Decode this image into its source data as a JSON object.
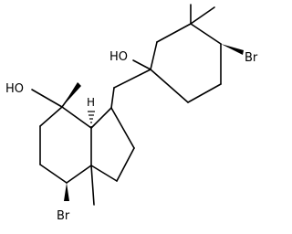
{
  "molecule": {
    "atom_labels": {
      "hydroxyl_left": "HO",
      "hydroxyl_right": "HO",
      "bromine_ring_bottom": "Br",
      "bromine_ring_right": "Br",
      "stereo_hydrogen": "H"
    },
    "colors": {
      "bond": "#000000",
      "background": "#ffffff",
      "label": "#000000"
    }
  }
}
